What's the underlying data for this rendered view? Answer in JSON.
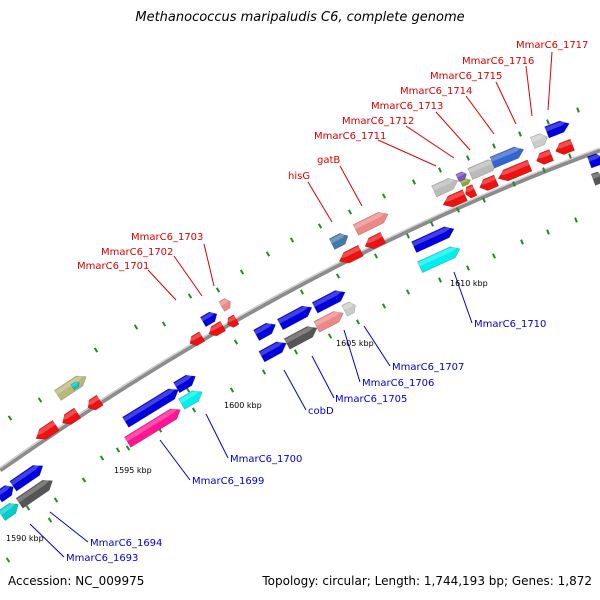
{
  "title": "Methanococcus maripaludis C6, complete genome",
  "footer": {
    "accession": "Accession: NC_009975",
    "summary": "Topology: circular; Length: 1,744,193 bp; Genes: 1,872"
  },
  "colors": {
    "backbone": "#999999",
    "red_label": "#d80000",
    "blue_label": "#0000cc",
    "tick": "#228b22"
  },
  "scale_labels": [
    {
      "text": "1590 kbp"
    },
    {
      "text": "1595 kbp"
    },
    {
      "text": "1600 kbp"
    },
    {
      "text": "1605 kbp"
    },
    {
      "text": "1610 kbp"
    }
  ],
  "gene_labels_top": [
    {
      "text": "MmarC6_1701"
    },
    {
      "text": "MmarC6_1702"
    },
    {
      "text": "MmarC6_1703"
    },
    {
      "text": "hisG"
    },
    {
      "text": "gatB"
    },
    {
      "text": "MmarC6_1711"
    },
    {
      "text": "MmarC6_1712"
    },
    {
      "text": "MmarC6_1713"
    },
    {
      "text": "MmarC6_1714"
    },
    {
      "text": "MmarC6_1715"
    },
    {
      "text": "MmarC6_1716"
    },
    {
      "text": "MmarC6_1717"
    }
  ],
  "gene_labels_bottom": [
    {
      "text": "MmarC6_1693"
    },
    {
      "text": "MmarC6_1694"
    },
    {
      "text": "MmarC6_1699"
    },
    {
      "text": "MmarC6_1700"
    },
    {
      "text": "cobD"
    },
    {
      "text": "MmarC6_1705"
    },
    {
      "text": "MmarC6_1706"
    },
    {
      "text": "MmarC6_1707"
    },
    {
      "text": "MmarC6_1710"
    }
  ]
}
